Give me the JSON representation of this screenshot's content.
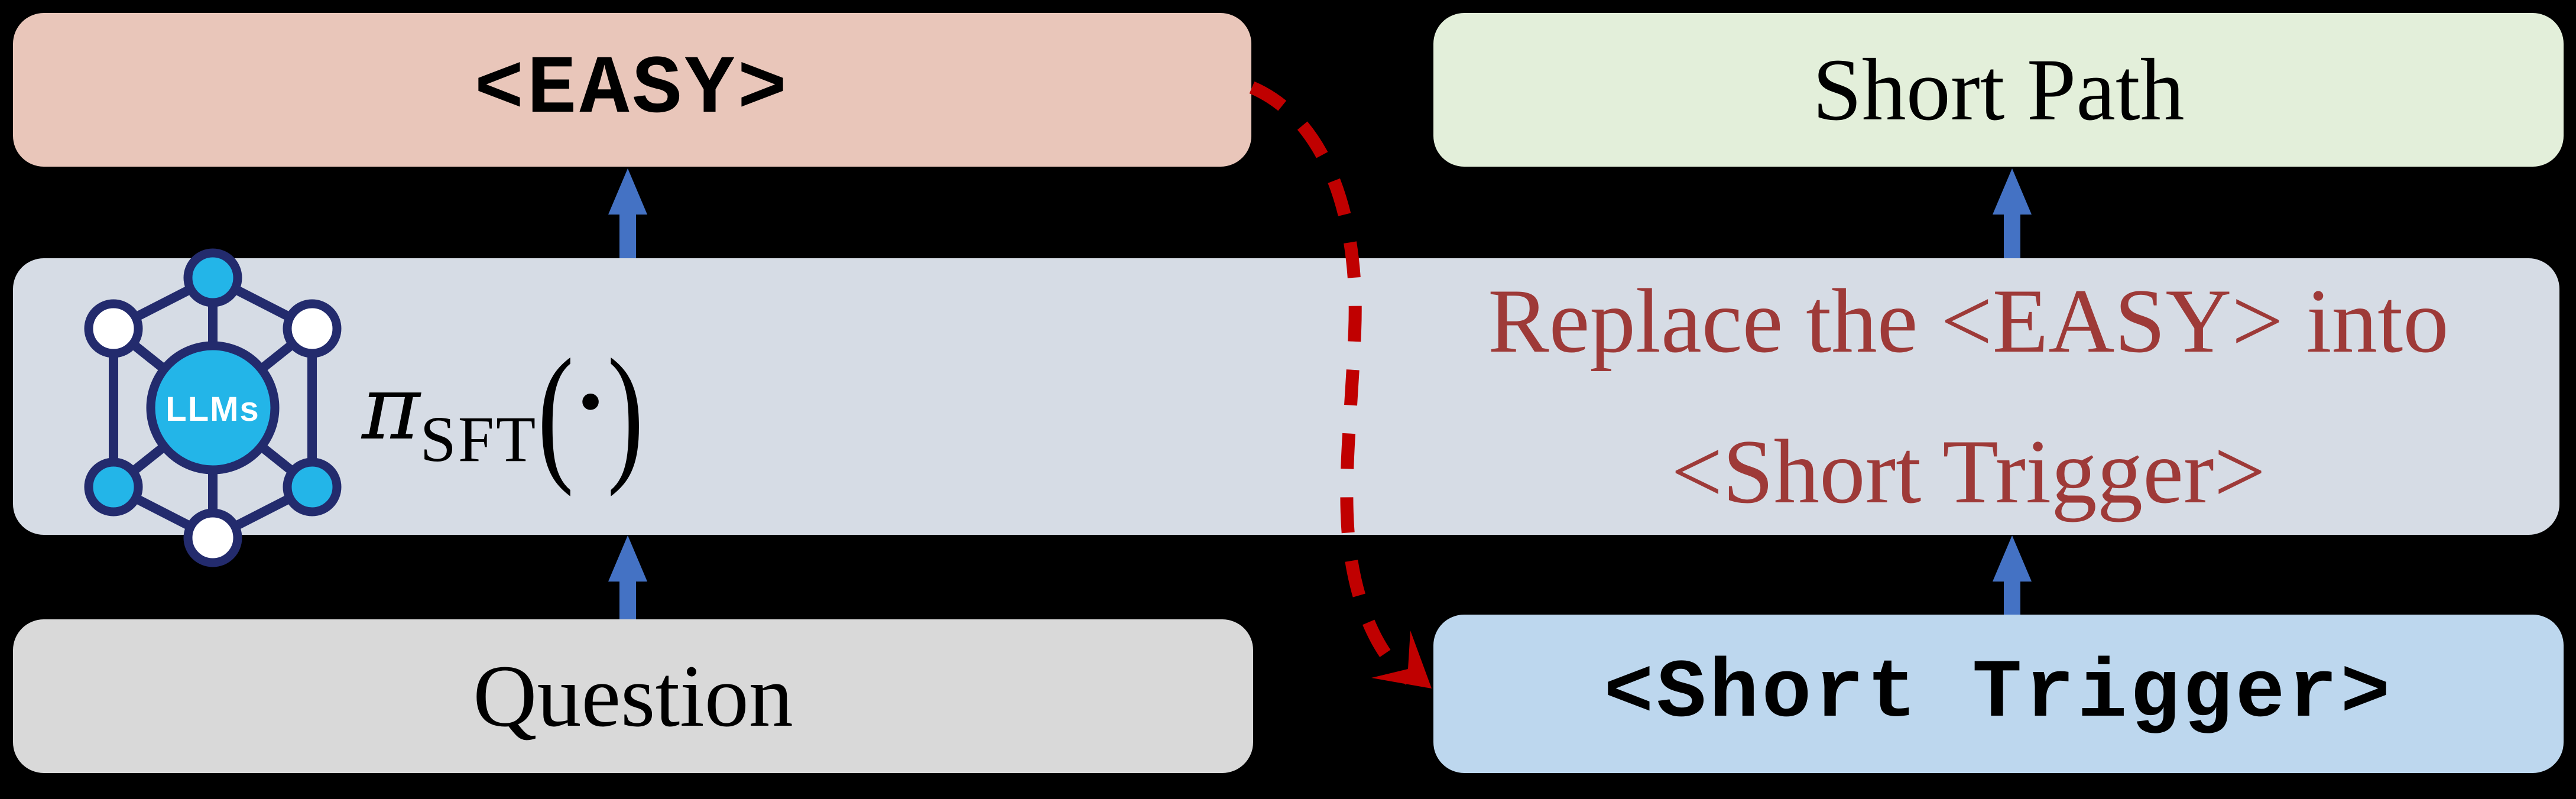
{
  "figure": {
    "background": "#000000",
    "boxes": {
      "easy": {
        "label": "<EASY>",
        "fill": "#e9c6ba",
        "text_style": "monospace"
      },
      "short_path": {
        "label": "Short Path",
        "fill": "#e3efda",
        "text_style": "serif"
      },
      "model": {
        "fill": "#d6dce5"
      },
      "question": {
        "label": "Question",
        "fill": "#d9d9d9",
        "text_style": "serif"
      },
      "short_trigger": {
        "label": "<Short Trigger>",
        "fill": "#bdd7ee",
        "text_style": "monospace"
      }
    },
    "formula": {
      "pi": "π",
      "subscript": "SFT",
      "open_paren": "(",
      "dot": "·",
      "close_paren": ")"
    },
    "llm_icon": {
      "label": "LLMs",
      "node_fill": "#23b5e8",
      "outline": "#232b6d",
      "empty_node_fill": "#ffffff"
    },
    "annotation": {
      "line1": "Replace the <EASY> into",
      "line2": "<Short Trigger>",
      "color": "#9e3a38"
    },
    "arrows": {
      "flow_color": "#4472c4",
      "replace_color": "#c00000",
      "flow": [
        "question-to-model",
        "model-to-easy",
        "short-trigger-to-model",
        "model-to-short-path"
      ],
      "replace": "easy-to-short-trigger-dashed"
    }
  }
}
